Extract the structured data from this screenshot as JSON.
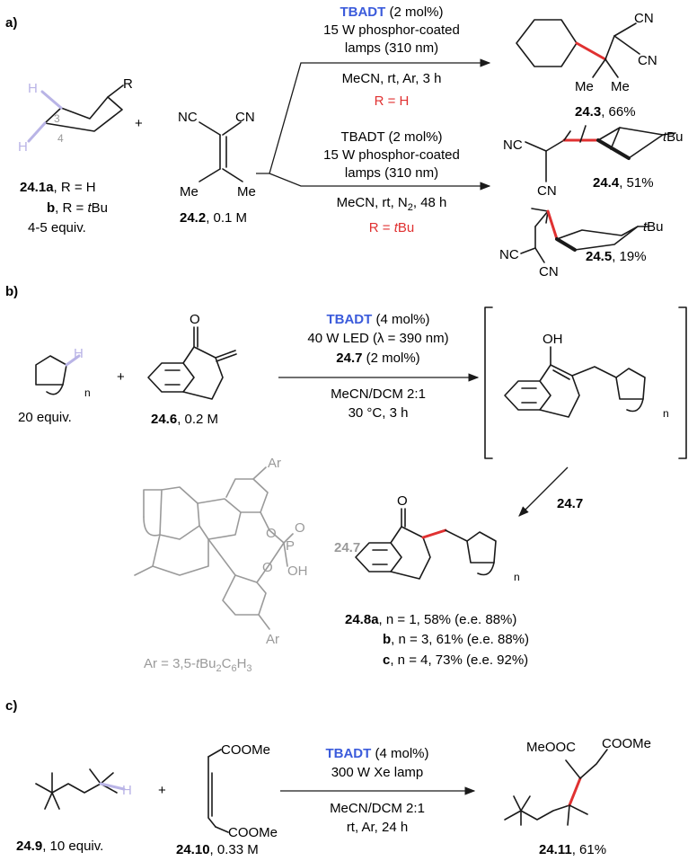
{
  "sections": {
    "a": {
      "label": "a)",
      "plus": "+",
      "sub_H3": "H",
      "sub_3": "3",
      "sub_H4": "H",
      "sub_4": "4",
      "sub_R": "R",
      "sub_cpd": "24.1a",
      "sub_cpd_rest": ", R = H",
      "sub_b": "b",
      "sub_b_rest1": ", R = ",
      "sub_b_tbu": "t",
      "sub_b_rest2": "Bu",
      "sub_equiv": "4-5 equiv.",
      "alk_CN1": "NC",
      "alk_CN2": "CN",
      "alk_Me1": "Me",
      "alk_Me2": "Me",
      "alk_cpd": "24.2",
      "alk_conc": ", 0.1 M",
      "top": {
        "cat": "TBADT",
        "cat_rest": " (2 mol%)",
        "l2": "15 W phosphor-coated",
        "l3": "lamps (310 nm)",
        "l4": "MeCN, rt, Ar, 3 h",
        "cond": "R = H"
      },
      "bottom": {
        "cat": "TBADT (2 mol%)",
        "l2": "15 W phosphor-coated",
        "l3": "lamps (310 nm)",
        "l4a": "MeCN, rt, N",
        "l4sub": "2",
        "l4b": ", 48 h",
        "cond_a": "R = ",
        "cond_t": "t",
        "cond_b": "Bu"
      },
      "p3": {
        "CN1": "CN",
        "CN2": "CN",
        "Me1": "Me",
        "Me2": "Me",
        "cpd": "24.3",
        "yield": ", 66%"
      },
      "p4": {
        "CN1": "NC",
        "CN2": "CN",
        "tBu_t": "t",
        "tBu_b": "Bu",
        "cpd": "24.4",
        "yield": ", 51%"
      },
      "p5": {
        "CN1": "NC",
        "CN2": "CN",
        "tBu_t": "t",
        "tBu_b": "Bu",
        "cpd": "24.5",
        "yield": ", 19%"
      }
    },
    "b": {
      "label": "b)",
      "plus": "+",
      "sub_H": "H",
      "sub_n": "n",
      "sub_equiv": "20 equiv.",
      "ket_O": "O",
      "ket_cpd": "24.6",
      "ket_conc": ", 0.2 M",
      "cond": {
        "cat": "TBADT",
        "cat_rest": " (4 mol%)",
        "l2": "40 W LED (λ = 390 nm)",
        "l3_cpd": "24.7",
        "l3_rest": " (2 mol%)",
        "l4": "MeCN/DCM 2:1",
        "l5": "30 °C, 3 h"
      },
      "int_OH": "OH",
      "int_n": "n",
      "arrow_cpd": "24.7",
      "cat": {
        "Ar1": "Ar",
        "Ar2": "Ar",
        "O1": "O",
        "O2": "O",
        "O3": "O",
        "P": "P",
        "OH": "OH",
        "cpd": "24.7",
        "def": "Ar = 3,5-",
        "def_t": "t",
        "def_rest": "Bu",
        "def_sub2": "2",
        "def_c6": "C",
        "def_sub6": "6",
        "def_h": "H",
        "def_sub3": "3"
      },
      "prod": {
        "O": "O",
        "n": "n",
        "a_cpd": "24.8a",
        "a_rest": ", n = 1, 58% (e.e. 88%)",
        "b_cpd": "b",
        "b_rest": ", n = 3, 61% (e.e. 88%)",
        "c_cpd": "c",
        "c_rest": ", n = 4, 73% (e.e. 92%)"
      }
    },
    "c": {
      "label": "c)",
      "plus": "+",
      "sub_H": "H",
      "sub_cpd": "24.9",
      "sub_equiv": ", 10 equiv.",
      "mal_E1": "COOMe",
      "mal_E2": "COOMe",
      "mal_cpd": "24.10",
      "mal_conc": ", 0.33 M",
      "cond": {
        "cat": "TBADT",
        "cat_rest": " (4 mol%)",
        "l2": "300 W Xe lamp",
        "l3": "MeCN/DCM 2:1",
        "l4": "rt, Ar, 24 h"
      },
      "prod": {
        "E1": "MeOOC",
        "E2": "COOMe",
        "cpd": "24.11",
        "yield": ", 61%"
      }
    }
  },
  "colors": {
    "accent_blue": "#3b5bdb",
    "bond_red": "#e03131",
    "highlight_H": "#b9b4e6",
    "catalyst_grey": "#9a9a9a"
  }
}
